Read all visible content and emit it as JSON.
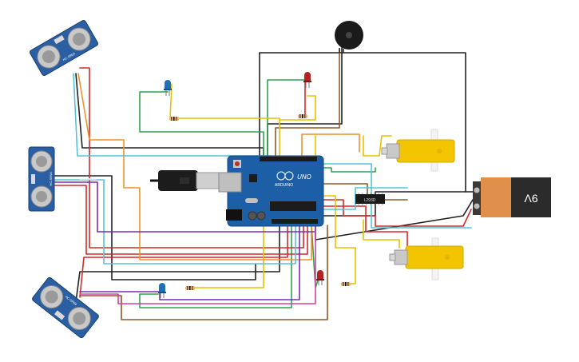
{
  "arduino": {
    "brand": "ARDUINO",
    "model": "UNO"
  },
  "ultrasonic_sensors": [
    {
      "label": "HC-SR04"
    },
    {
      "label": "HC-SR04"
    },
    {
      "label": "HC-SR04"
    }
  ],
  "battery": {
    "label": "9V"
  },
  "motor_driver": {
    "label": "L293D"
  },
  "components": {
    "led_colors": [
      "#1f6fb5",
      "#c0392b"
    ],
    "motor_color": "#f2c500",
    "board_color": "#1d5fa6",
    "battery_color": "#e0904a"
  }
}
